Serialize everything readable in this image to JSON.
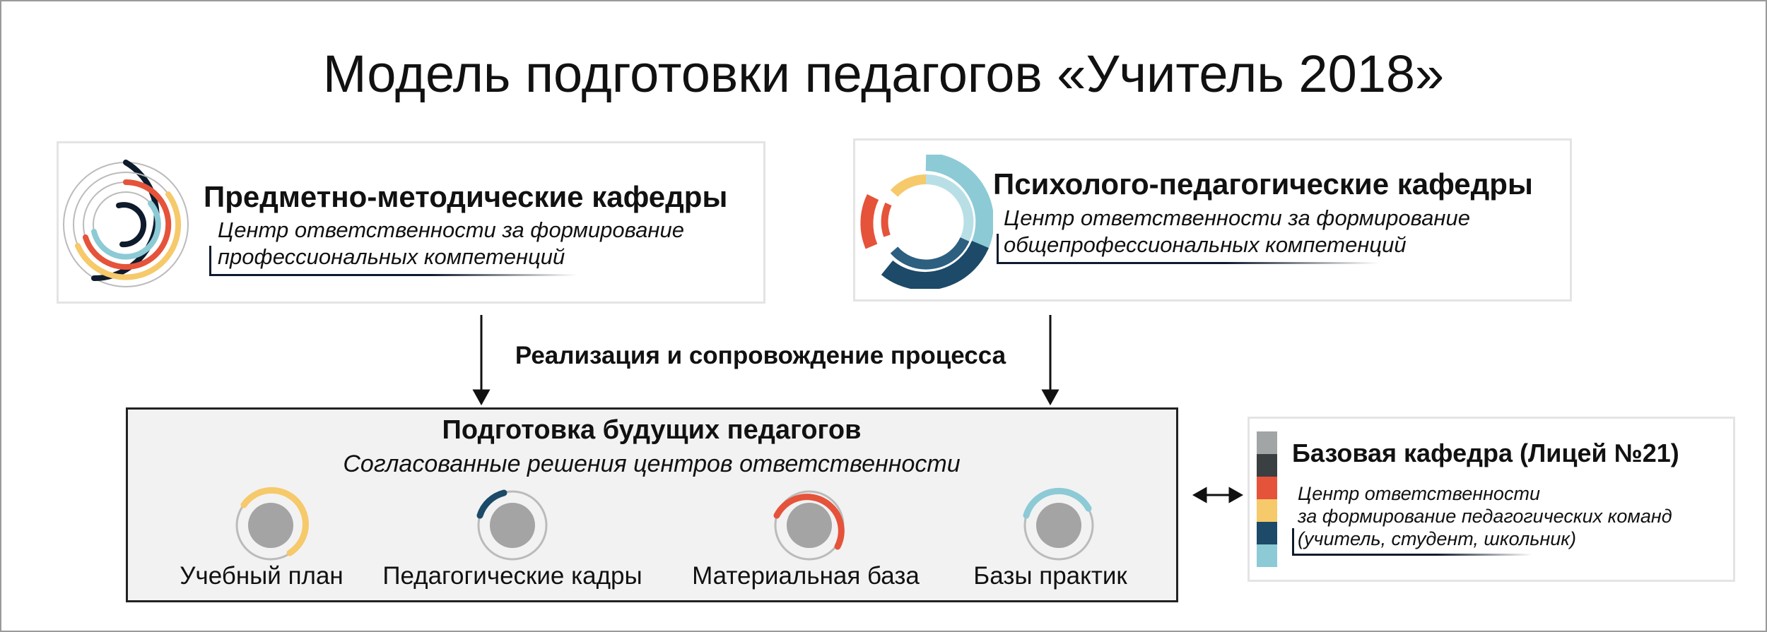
{
  "title": "Модель подготовки педагогов «Учитель 2018»",
  "subject_departments": {
    "heading": "Предметно-методические кафедры",
    "line1": "Центр ответственности за формирование",
    "line2": "профессиональных компетенций"
  },
  "psych_departments": {
    "heading": "Психолого-педагогические кафедры",
    "line1": "Центр ответственности за формирование",
    "line2": "общепрофессиональных компетенций"
  },
  "process_label": "Реализация и сопровождение процесса",
  "training": {
    "heading": "Подготовка будущих педагогов",
    "subheading": "Согласованные решения центров ответственности",
    "items": [
      {
        "label": "Учебный план",
        "color": "#f6c96a"
      },
      {
        "label": "Педагогические кадры",
        "color": "#1c4a68"
      },
      {
        "label": "Материальная база",
        "color": "#e5533a"
      },
      {
        "label": "Базы практик",
        "color": "#8ccad6"
      }
    ]
  },
  "base_department": {
    "heading": "Базовая кафедра (Лицей №21)",
    "line1": "Центр ответственности",
    "line2": "за формирование педагогических команд",
    "line3": "(учитель, студент, школьник)",
    "stripe_colors": [
      "#a2a5a6",
      "#3a3f41",
      "#e5533a",
      "#f6c96a",
      "#1c4a68",
      "#8ccad6"
    ]
  }
}
